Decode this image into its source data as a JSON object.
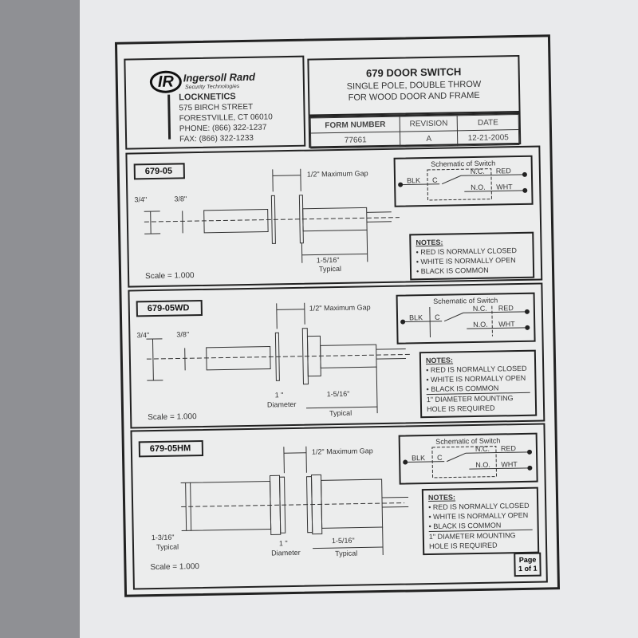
{
  "header": {
    "brand": "Ingersoll Rand",
    "logo_text": "IR",
    "tagline": "Security Technologies",
    "company": "LOCKNETICS",
    "street": "575 BIRCH STREET",
    "city": "FORESTVILLE, CT 06010",
    "phone": "PHONE: (866) 322-1237",
    "fax": "FAX: (866) 322-1233",
    "title": "679 DOOR SWITCH",
    "subtitle1": "SINGLE POLE, DOUBLE THROW",
    "subtitle2": "FOR WOOD DOOR AND FRAME",
    "table": {
      "headers": [
        "FORM NUMBER",
        "REVISION",
        "DATE"
      ],
      "values": [
        "77661",
        "A",
        "12-21-2005"
      ]
    }
  },
  "schematic": {
    "title": "Schematic of Switch",
    "blk": "BLK",
    "c": "C",
    "nc": "N.C.",
    "no": "N.O.",
    "red": "RED",
    "wht": "WHT"
  },
  "notes_title": "NOTES:",
  "notes": [
    "• RED IS NORMALLY CLOSED",
    "• WHITE IS NORMALLY OPEN",
    "• BLACK IS COMMON"
  ],
  "mount_note1": "1\" DIAMETER MOUNTING",
  "mount_note2": "HOLE IS REQUIRED",
  "panels": [
    {
      "id": "679-05",
      "gap": "1/2\" Maximum Gap",
      "dim1": "3/4\"",
      "dim2": "3/8\"",
      "len": "1-5/16\"",
      "len2": "Typical",
      "scale": "Scale = 1.000"
    },
    {
      "id": "679-05WD",
      "gap": "1/2\" Maximum Gap",
      "dim1": "3/4\"",
      "dim2": "3/8\"",
      "len": "1-5/16\"",
      "len2": "Typical",
      "dia": "1 \"",
      "dia2": "Diameter",
      "scale": "Scale = 1.000"
    },
    {
      "id": "679-05HM",
      "gap": "1/2\" Maximum Gap",
      "dim1": "1-3/16\"",
      "dim1b": "Typical",
      "len": "1-5/16\"",
      "len2": "Typical",
      "dia": "1 \"",
      "dia2": "Diameter",
      "scale": "Scale = 1.000"
    }
  ],
  "page": {
    "line1": "Page",
    "line2": "1 of 1"
  }
}
